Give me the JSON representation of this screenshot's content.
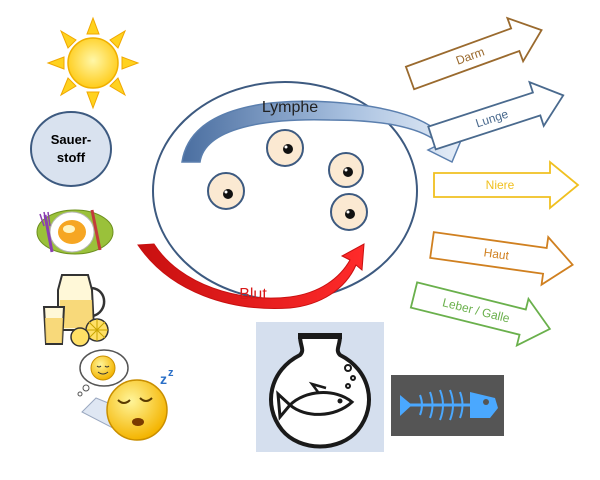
{
  "labels": {
    "sauerstoff_line1": "Sauer-",
    "sauerstoff_line2": "stoff",
    "lymphe": "Lymphe",
    "blut": "Blut"
  },
  "outputs": [
    {
      "label": "Darm",
      "color": "#9a6a2e"
    },
    {
      "label": "Lunge",
      "color": "#4a6a8e"
    },
    {
      "label": "Niere",
      "color": "#f0c020"
    },
    {
      "label": "Haut",
      "color": "#d08020"
    },
    {
      "label": "Leber / Galle",
      "color": "#6ab04c"
    }
  ],
  "colors": {
    "cell_fill": "#fbe9d2",
    "cell_stroke": "#3d5a80",
    "circle_stroke": "#3d5a80",
    "lymph_arrow": "#5b7fae",
    "blood_arrow": "#e02020",
    "sun": "#ffd21f",
    "oxygen_fill": "#d9e2ef",
    "bowl_panel": "#d5dfee",
    "bone_panel": "#555555",
    "bone": "#4aa8ff"
  },
  "icons": [
    "sun-icon",
    "oxygen-bubble",
    "food-plate-icon",
    "drink-jug-icon",
    "sleep-icon",
    "fish-bowl-icon",
    "fish-bone-icon"
  ]
}
